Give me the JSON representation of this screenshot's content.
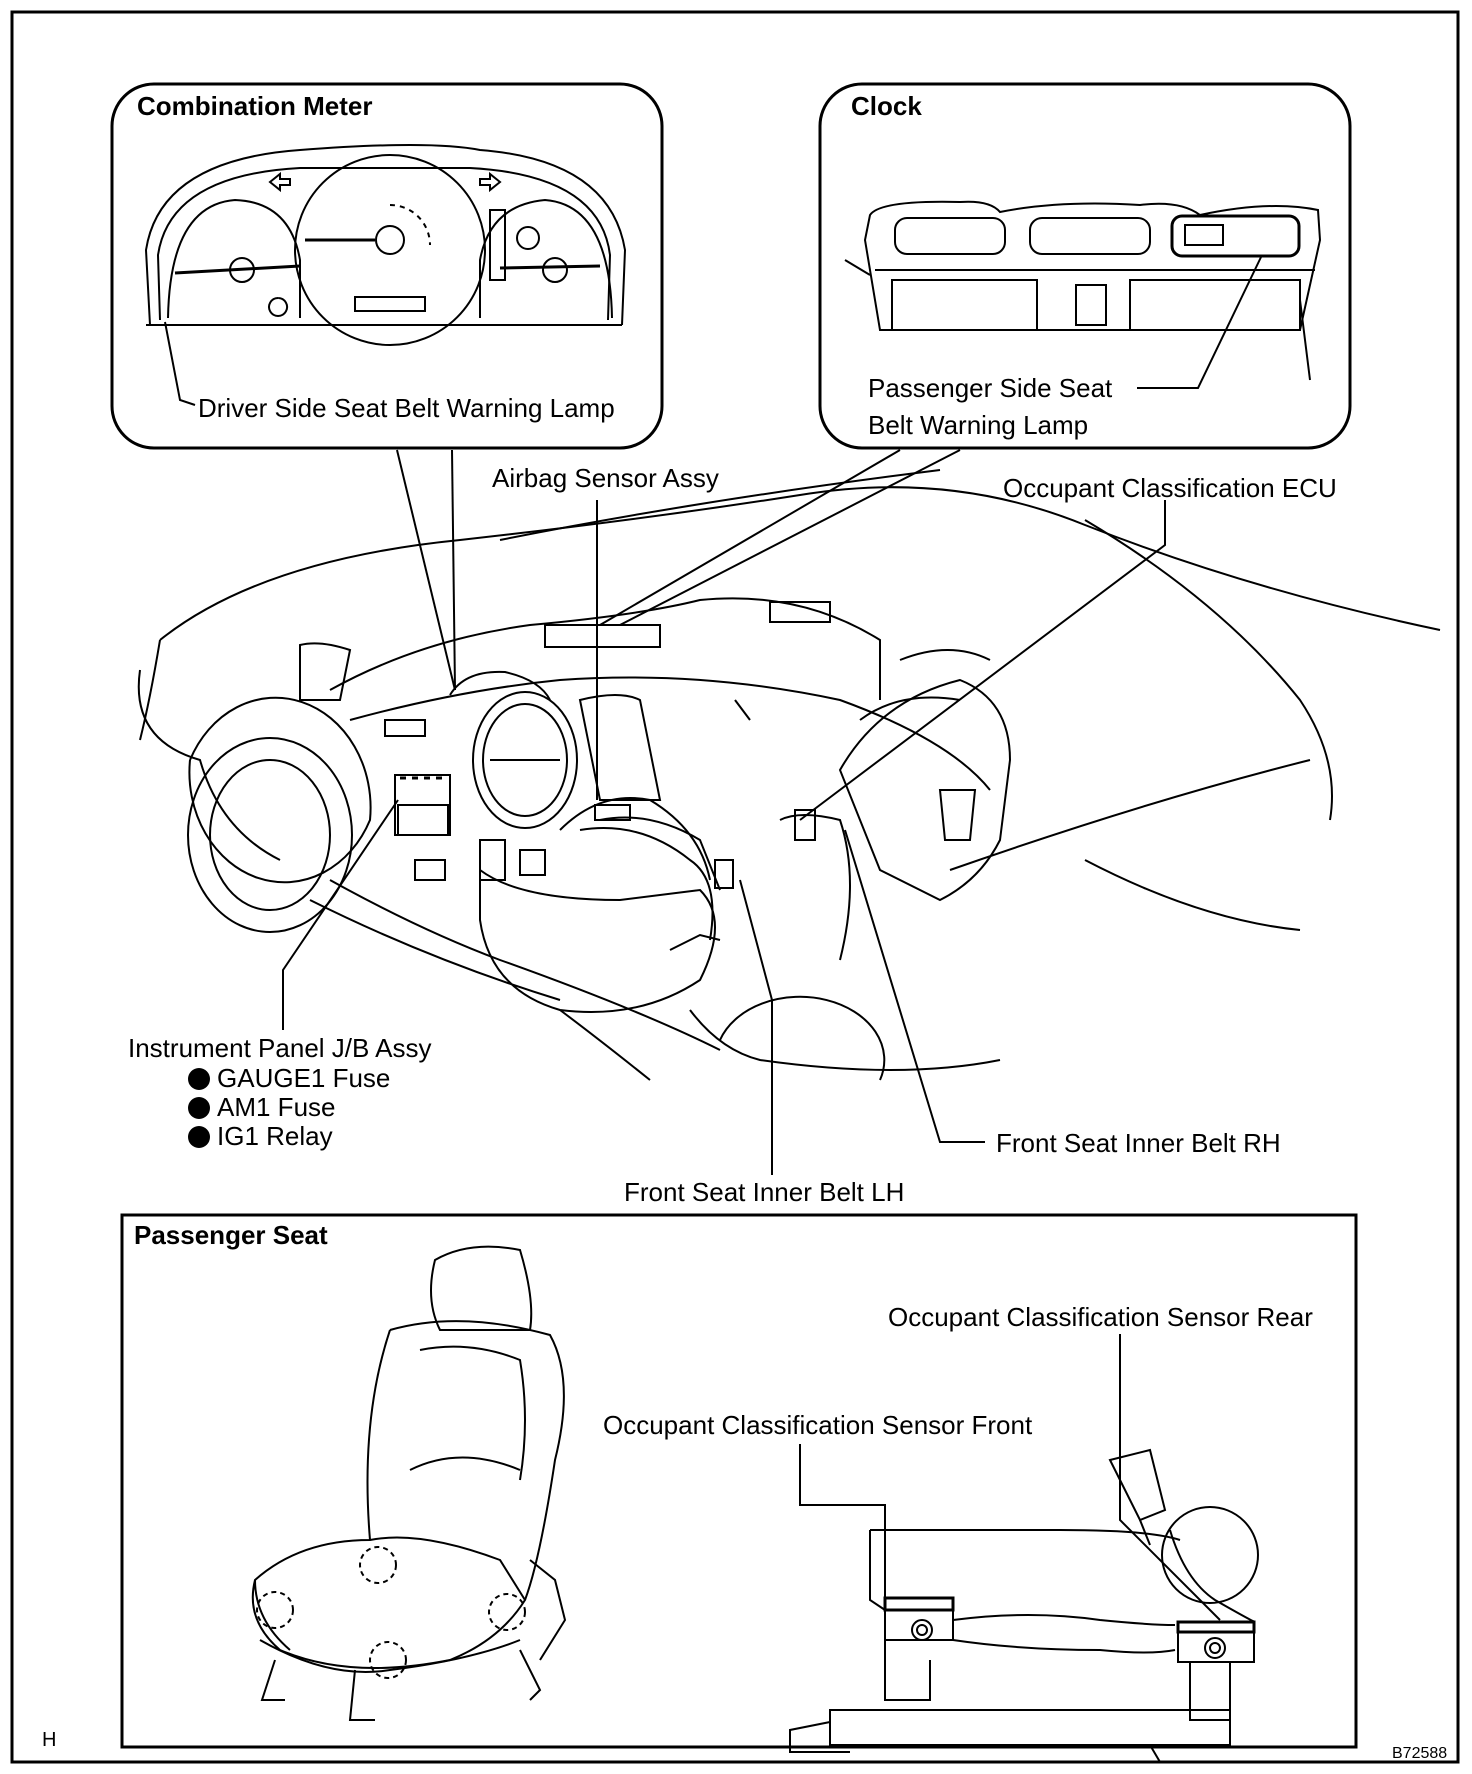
{
  "insets": {
    "combination_meter": {
      "title": "Combination Meter",
      "label": "Driver Side Seat Belt Warning Lamp"
    },
    "clock": {
      "title": "Clock",
      "label_line1": "Passenger Side Seat",
      "label_line2": "Belt Warning Lamp"
    },
    "passenger_seat": {
      "title": "Passenger Seat",
      "sensor_rear": "Occupant Classification Sensor Rear",
      "sensor_front": "Occupant Classification Sensor Front"
    }
  },
  "callouts": {
    "airbag_sensor": "Airbag Sensor Assy",
    "occupant_ecu": "Occupant Classification ECU",
    "instrument_panel_jb": "Instrument Panel J/B Assy",
    "fuse_items": [
      "GAUGE1 Fuse",
      "AM1 Fuse",
      "IG1 Relay"
    ],
    "inner_belt_rh": "Front Seat Inner Belt RH",
    "inner_belt_lh": "Front Seat Inner Belt LH"
  },
  "corner": {
    "left_code": "H",
    "figure_id": "B72588"
  },
  "colors": {
    "line": "#000000",
    "background": "#ffffff"
  }
}
